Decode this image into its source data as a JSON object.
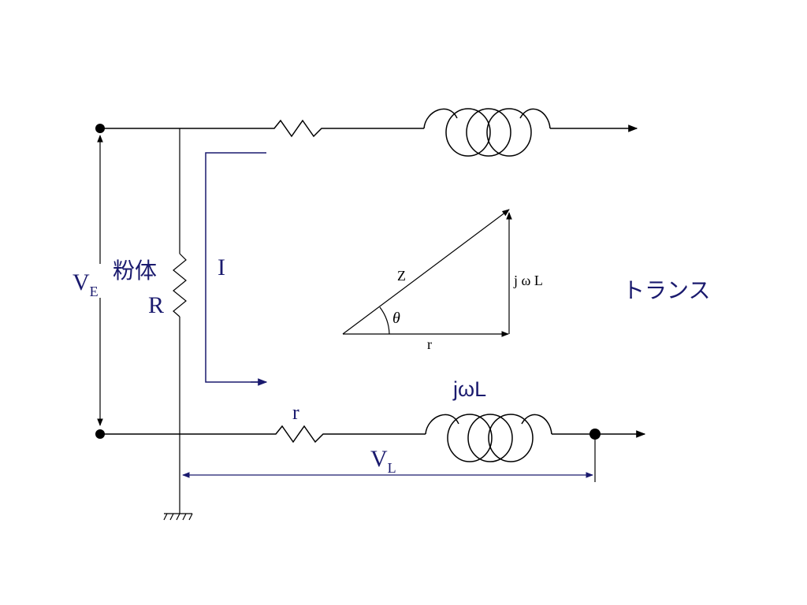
{
  "colors": {
    "wire": "#000000",
    "label": "#1a1a6e",
    "current_arrow": "#1a1a6e",
    "background": "#ffffff"
  },
  "labels": {
    "ve_main": "V",
    "ve_sub": "E",
    "powder": "粉体",
    "resistance_R": "R",
    "current_I": "I",
    "transformer": "トランス",
    "jwL": "jωL",
    "r_bottom": "r",
    "vl_main": "V",
    "vl_sub": "L"
  },
  "phasor": {
    "hypotenuse_label": "Z",
    "vertical_label": "j ω L",
    "horizontal_label": "r",
    "angle_label": "θ"
  },
  "icons": {
    "ground": "ground-symbol-icon",
    "terminal": "terminal-dot-icon"
  }
}
